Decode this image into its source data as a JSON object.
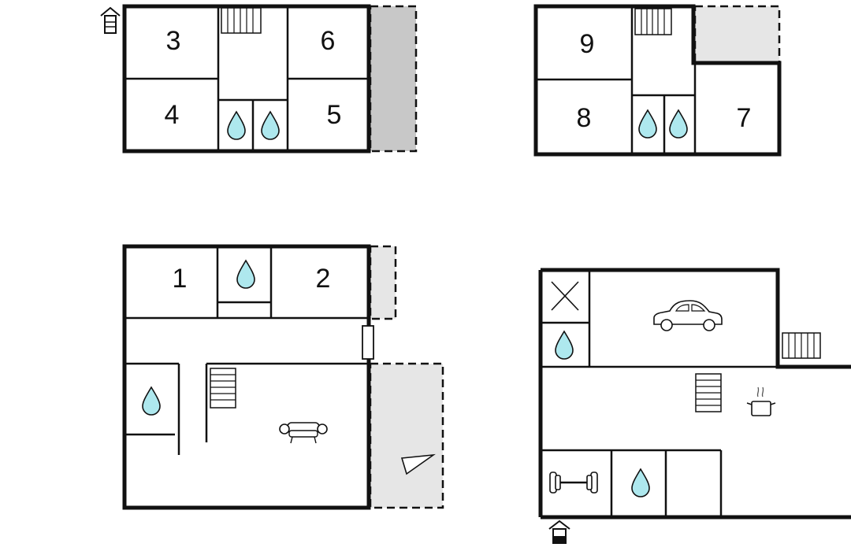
{
  "floor_top_left": {
    "rooms": [
      {
        "key": "room-3",
        "label": "3"
      },
      {
        "key": "room-6",
        "label": "6"
      },
      {
        "key": "room-4",
        "label": "4"
      },
      {
        "key": "room-5",
        "label": "5"
      }
    ],
    "icons": [
      "entrance-icon",
      "stairs-icon",
      "water-drop-icon",
      "water-drop-icon"
    ]
  },
  "floor_top_right": {
    "rooms": [
      {
        "key": "room-9",
        "label": "9"
      },
      {
        "key": "room-8",
        "label": "8"
      },
      {
        "key": "room-7",
        "label": "7"
      }
    ],
    "icons": [
      "stairs-icon",
      "water-drop-icon",
      "water-drop-icon"
    ]
  },
  "floor_bottom_left": {
    "rooms": [
      {
        "key": "room-1",
        "label": "1"
      },
      {
        "key": "room-2",
        "label": "2"
      }
    ],
    "icons": [
      "water-drop-icon",
      "water-drop-icon",
      "stairs-icon",
      "sofa-icon",
      "terrace-chair-icon",
      "door-icon"
    ]
  },
  "floor_bottom_right": {
    "rooms": [],
    "icons": [
      "cross-icon",
      "water-drop-icon",
      "car-icon",
      "radiator-icon",
      "stairs-icon",
      "cooking-pot-icon",
      "dumbbell-icon",
      "water-drop-icon",
      "entrance-icon"
    ]
  },
  "colors": {
    "wall": "#111111",
    "water": "#aee8ee",
    "balcony_dark": "#c8c8c8",
    "balcony_light": "#e6e6e6"
  }
}
